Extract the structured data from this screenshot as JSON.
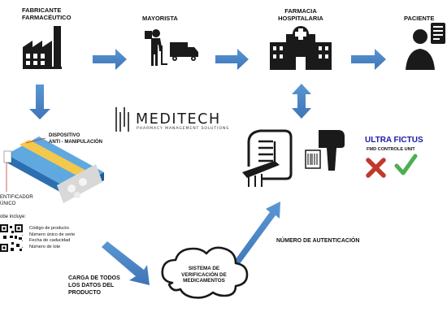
{
  "nodes": {
    "fabricante": "FABRICANTE\nFARMACÉUTICO",
    "mayorista": "MAYORISTA",
    "farmacia": "FARMACIA\nHOSPITALARIA",
    "paciente": "PACIENTE"
  },
  "brand": {
    "name": "MEDITECH",
    "tagline": "PHARMACY MANAGEMENT SOLUTIONS"
  },
  "package_labels": {
    "dispositivo": "DISPOSITIVO\nANTI - MANIPULACIÓN",
    "identificador": "ENTIFICADOR\nÚNICO"
  },
  "scanner_info": {
    "title": "obe incluye:",
    "items": [
      "Código de producto",
      "Número único de serie",
      "Fecha de caducidad",
      "Número de lote"
    ]
  },
  "ultra": {
    "title": "ULTRA FICTUS",
    "subtitle": "FMD CONTROLE UNIT",
    "title_color": "#1a1aa8"
  },
  "flows": {
    "carga": "CARGA DE TODOS\nLOS DATOS DEL\nPRODUCTO",
    "numero": "NÚMERO DE AUTENTICACIÓN"
  },
  "cloud": "SISTEMA DE\nVERIFICACIÓN DE\nMEDICAMENTOS",
  "colors": {
    "arrow": "#4a86c8",
    "icon": "#1a1a1a",
    "red": "#c0392b",
    "green": "#4caf50"
  }
}
